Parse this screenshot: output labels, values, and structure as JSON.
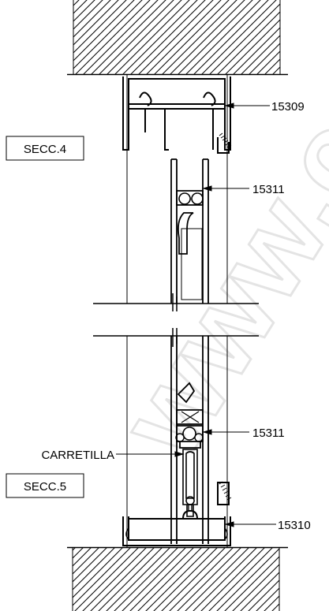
{
  "watermark": "www.cur",
  "sections": {
    "upper": "SECC.4",
    "lower": "SECC.5"
  },
  "callouts": {
    "top_frame": "15309",
    "upper_sash": "15311",
    "lower_sash": "15311",
    "bottom_frame": "15310",
    "trolley": "CARRETILLA"
  }
}
